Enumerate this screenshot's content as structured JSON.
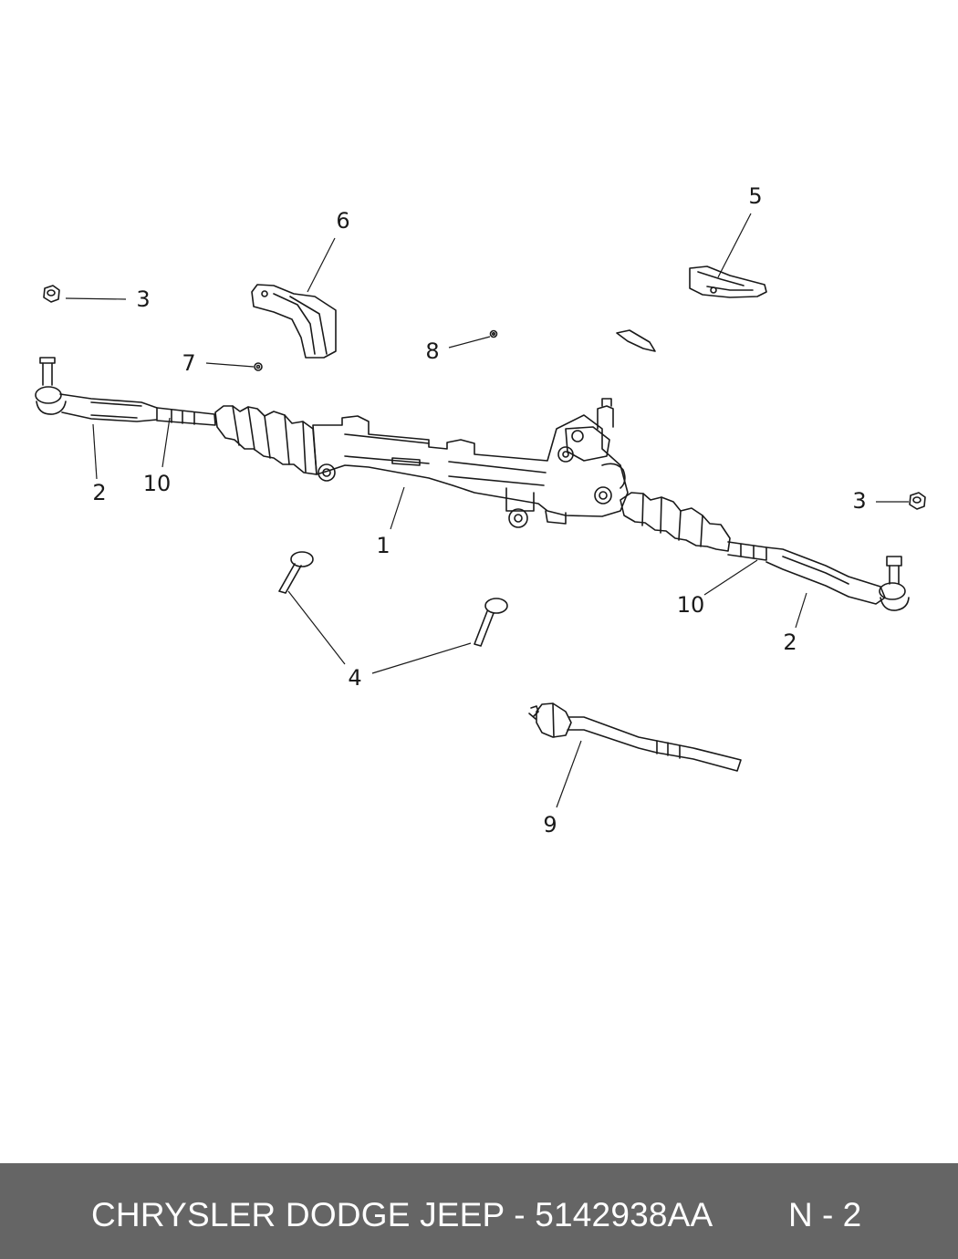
{
  "diagram": {
    "callouts": [
      "1",
      "2",
      "2",
      "3",
      "3",
      "4",
      "5",
      "6",
      "7",
      "8",
      "9",
      "10",
      "10"
    ]
  },
  "footer": {
    "title": "CHRYSLER DODGE JEEP - 5142938AA",
    "code": "N - 2"
  },
  "colors": {
    "footer_bg": "#656565",
    "footer_text": "#ffffff",
    "line": "#1a1a1a"
  }
}
